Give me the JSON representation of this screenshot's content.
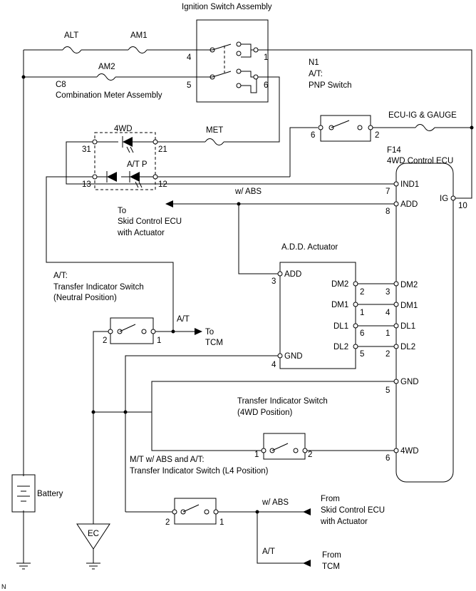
{
  "labels": {
    "ignition_switch": "Ignition Switch Assembly",
    "alt": "ALT",
    "am1": "AM1",
    "am2": "AM2",
    "c8": "C8",
    "combination_meter": "Combination Meter Assembly",
    "n1": "N1",
    "at_colon": "A/T:",
    "pnp_switch": "PNP Switch",
    "ind_4wd": "4WD",
    "ind_atp": "A/T P",
    "met": "MET",
    "ecu_ig_gauge": "ECU-IG & GAUGE",
    "f14": "F14",
    "control_ecu_4wd": "4WD Control ECU",
    "to": "To",
    "skid_control_ecu": "Skid Control ECU",
    "with_actuator": "with Actuator",
    "w_abs_top": "w/ ABS",
    "add_actuator": "A.D.D. Actuator",
    "transfer_neutral_at": "A/T:",
    "transfer_neutral_l1": "Transfer Indicator Switch",
    "transfer_neutral_l2": "(Neutral Position)",
    "at_tcm": "A/T",
    "to_tcm_to": "To",
    "to_tcm_tcm": "TCM",
    "transfer_4wd_l1": "Transfer Indicator Switch",
    "transfer_4wd_l2": "(4WD Position)",
    "mt_abs_at": "M/T w/ ABS and A/T:",
    "transfer_l4": "Transfer Indicator Switch (L4 Position)",
    "battery": "Battery",
    "ec": "EC",
    "w_abs_bottom": "w/ ABS",
    "from_skid_from": "From",
    "from_skid_l1": "Skid Control ECU",
    "from_skid_l2": "with Actuator",
    "at_bottom": "A/T",
    "from_tcm_from": "From",
    "from_tcm_tcm": "TCM",
    "corner_mark": "N"
  },
  "pins": {
    "ign_4": "4",
    "ign_1": "1",
    "ign_5": "5",
    "ign_6": "6",
    "meter_31": "31",
    "meter_21": "21",
    "meter_13": "13",
    "meter_12": "12",
    "pnp_6": "6",
    "pnp_2": "2",
    "ecu_ind1": "IND1",
    "ecu_ind1_no": "7",
    "ecu_add": "ADD",
    "ecu_add_no": "8",
    "ecu_ig": "IG",
    "ecu_ig_no": "10",
    "ecu_dm2": "DM2",
    "ecu_dm2_no": "3",
    "ecu_dm1": "DM1",
    "ecu_dm1_no": "4",
    "ecu_dl1": "DL1",
    "ecu_dl1_no": "1",
    "ecu_dl2": "DL2",
    "ecu_dl2_no": "2",
    "ecu_gnd": "GND",
    "ecu_gnd_no": "5",
    "ecu_4wd": "4WD",
    "ecu_4wd_no": "6",
    "act_add": "ADD",
    "act_add_no": "3",
    "act_gnd": "GND",
    "act_gnd_no": "4",
    "act_dm2": "DM2",
    "act_dm2_no": "2",
    "act_dm1": "DM1",
    "act_dm1_no": "1",
    "act_dl1": "DL1",
    "act_dl1_no": "6",
    "act_dl2": "DL2",
    "act_dl2_no": "5",
    "neutral_2": "2",
    "neutral_1": "1",
    "sw4wd_1": "1",
    "sw4wd_2": "2",
    "l4_2": "2",
    "l4_1": "1"
  }
}
